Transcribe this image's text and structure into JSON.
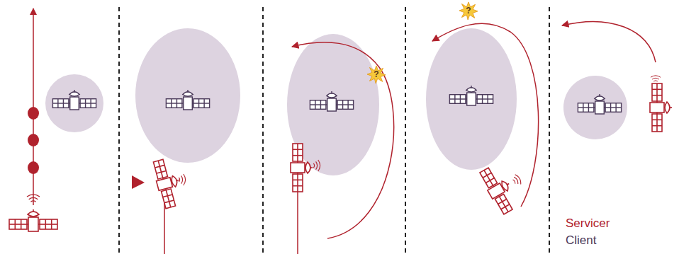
{
  "diagram": {
    "labels": [
      "?",
      "?"
    ],
    "legend": [
      {
        "text": "Servicer",
        "color": "#b0222d"
      },
      {
        "text": "Client",
        "color": "#4b3a5a"
      }
    ]
  }
}
